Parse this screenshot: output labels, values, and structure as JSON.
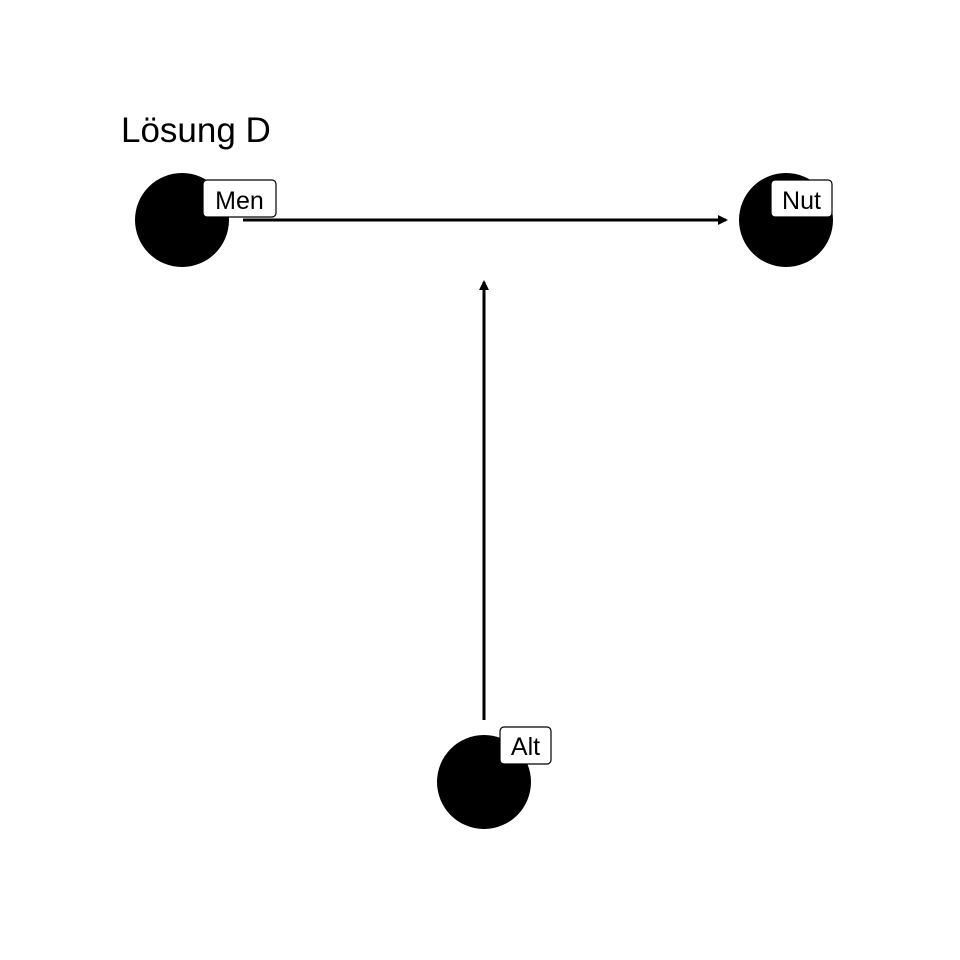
{
  "title": "Lösung  D",
  "colors": {
    "node": "#000000",
    "edge": "#000000",
    "label_bg": "#ffffff",
    "label_border": "#000000"
  },
  "nodes": [
    {
      "id": "men",
      "label": "Men"
    },
    {
      "id": "nut",
      "label": "Nut"
    },
    {
      "id": "alt",
      "label": "Alt"
    }
  ],
  "edges": [
    {
      "from": "Men",
      "to": "Nut"
    },
    {
      "from": "Alt",
      "to": "Men → Nut"
    }
  ]
}
